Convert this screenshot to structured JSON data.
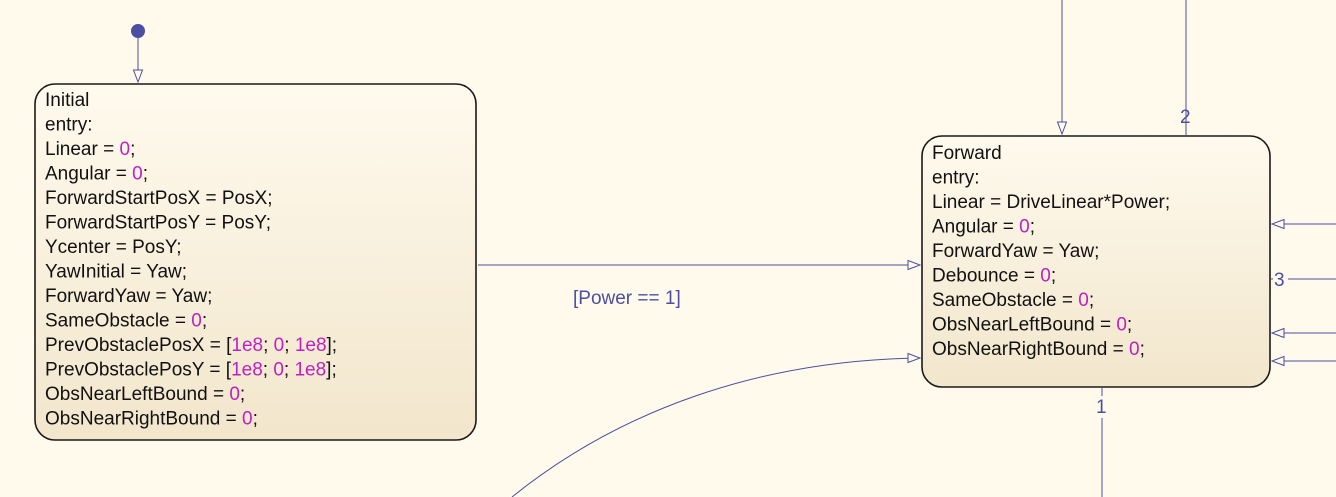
{
  "colors": {
    "background": "#fffaeb",
    "state_fill_top": "#fffaee",
    "state_fill_bottom": "#f2e6cc",
    "state_border": "#1a1a1a",
    "transition": "#4a4fa2",
    "numeric_literal": "#c020c0"
  },
  "states": {
    "initial": {
      "name": "Initial",
      "lines": [
        [
          {
            "t": "entry:"
          }
        ],
        [
          {
            "t": "Linear = "
          },
          {
            "t": "0",
            "num": true
          },
          {
            "t": ";"
          }
        ],
        [
          {
            "t": "Angular = "
          },
          {
            "t": "0",
            "num": true
          },
          {
            "t": ";"
          }
        ],
        [
          {
            "t": "ForwardStartPosX = PosX;"
          }
        ],
        [
          {
            "t": "ForwardStartPosY = PosY;"
          }
        ],
        [
          {
            "t": "Ycenter =  PosY;"
          }
        ],
        [
          {
            "t": "YawInitial = Yaw;"
          }
        ],
        [
          {
            "t": "ForwardYaw = Yaw;"
          }
        ],
        [
          {
            "t": "SameObstacle = "
          },
          {
            "t": "0",
            "num": true
          },
          {
            "t": ";"
          }
        ],
        [
          {
            "t": "PrevObstaclePosX = ["
          },
          {
            "t": "1e8",
            "num": true
          },
          {
            "t": "; "
          },
          {
            "t": "0",
            "num": true
          },
          {
            "t": "; "
          },
          {
            "t": "1e8",
            "num": true
          },
          {
            "t": "];"
          }
        ],
        [
          {
            "t": "PrevObstaclePosY = ["
          },
          {
            "t": "1e8",
            "num": true
          },
          {
            "t": "; "
          },
          {
            "t": "0",
            "num": true
          },
          {
            "t": "; "
          },
          {
            "t": "1e8",
            "num": true
          },
          {
            "t": "];"
          }
        ],
        [
          {
            "t": "ObsNearLeftBound = "
          },
          {
            "t": "0",
            "num": true
          },
          {
            "t": ";"
          }
        ],
        [
          {
            "t": "ObsNearRightBound = "
          },
          {
            "t": "0",
            "num": true
          },
          {
            "t": ";"
          }
        ]
      ]
    },
    "forward": {
      "name": "Forward",
      "lines": [
        [
          {
            "t": "entry:"
          }
        ],
        [
          {
            "t": "Linear = DriveLinear*Power;"
          }
        ],
        [
          {
            "t": "Angular = "
          },
          {
            "t": "0",
            "num": true
          },
          {
            "t": ";"
          }
        ],
        [
          {
            "t": "ForwardYaw = Yaw;"
          }
        ],
        [
          {
            "t": "Debounce = "
          },
          {
            "t": "0",
            "num": true
          },
          {
            "t": ";"
          }
        ],
        [
          {
            "t": "SameObstacle = "
          },
          {
            "t": "0",
            "num": true
          },
          {
            "t": ";"
          }
        ],
        [
          {
            "t": "ObsNearLeftBound = "
          },
          {
            "t": "0",
            "num": true
          },
          {
            "t": ";"
          }
        ],
        [
          {
            "t": "ObsNearRightBound = "
          },
          {
            "t": "0",
            "num": true
          },
          {
            "t": ";"
          }
        ]
      ]
    }
  },
  "transitions": {
    "initial_to_forward": {
      "label": "[Power == 1]"
    },
    "order_top": {
      "label": "2"
    },
    "order_right": {
      "label": "3"
    },
    "order_bottom": {
      "label": "1"
    }
  }
}
